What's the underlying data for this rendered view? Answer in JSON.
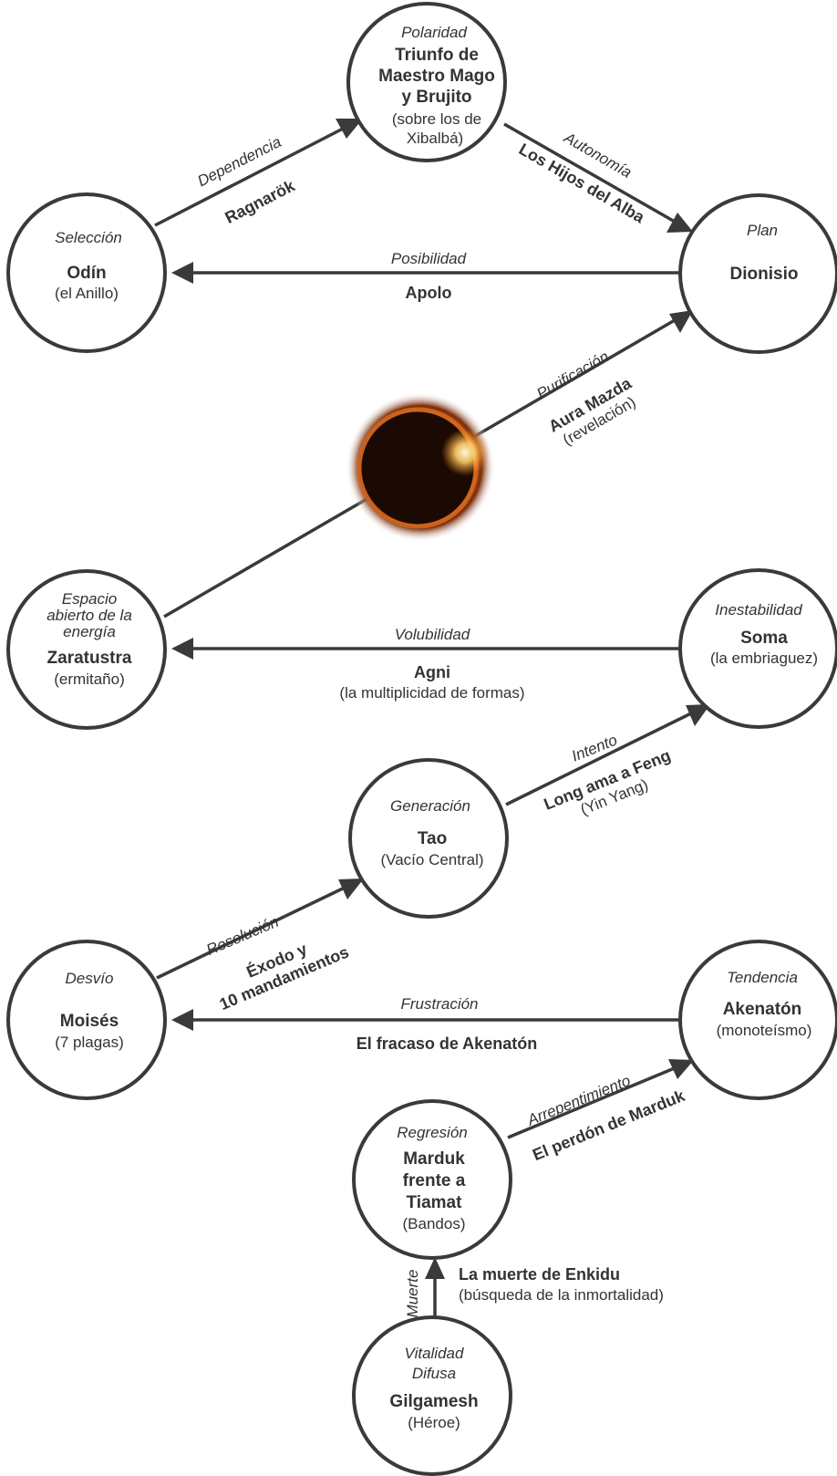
{
  "nodes": {
    "polaridad": {
      "category": "Polaridad",
      "lines": [
        "Triunfo de",
        "Maestro Mago",
        "y Brujito"
      ],
      "sub": [
        "(sobre los de",
        "Xibalbá)"
      ]
    },
    "odin": {
      "category": "Selección",
      "lines": [
        "Odín"
      ],
      "sub": [
        "(el Anillo)"
      ]
    },
    "dionisio": {
      "category": "Plan",
      "lines": [
        "Dionisio"
      ],
      "sub": []
    },
    "zaratustra": {
      "category": [
        "Espacio",
        "abierto de la",
        "energía"
      ],
      "lines": [
        "Zaratustra"
      ],
      "sub": [
        "(ermitaño)"
      ]
    },
    "soma": {
      "category": "Inestabilidad",
      "lines": [
        "Soma"
      ],
      "sub": [
        "(la embriaguez)"
      ]
    },
    "tao": {
      "category": "Generación",
      "lines": [
        "Tao"
      ],
      "sub": [
        "(Vacío Central)"
      ]
    },
    "moises": {
      "category": "Desvío",
      "lines": [
        "Moisés"
      ],
      "sub": [
        "(7 plagas)"
      ]
    },
    "akenaton": {
      "category": "Tendencia",
      "lines": [
        "Akenatón"
      ],
      "sub": [
        "(monoteísmo)"
      ]
    },
    "marduk": {
      "category": "Regresión",
      "lines": [
        "Marduk",
        "frente a",
        "Tiamat"
      ],
      "sub": [
        "(Bandos)"
      ]
    },
    "gilgamesh": {
      "category": [
        "Vitalidad",
        "Difusa"
      ],
      "lines": [
        "Gilgamesh"
      ],
      "sub": [
        "(Héroe)"
      ]
    }
  },
  "edges": {
    "odin_polaridad": {
      "italic": "Dependencia",
      "bold": "Ragnarök"
    },
    "polaridad_dionisio": {
      "italic": "Autonomía",
      "bold": "Los Hijos del Alba"
    },
    "dionisio_odin": {
      "italic": "Posibilidad",
      "bold": "Apolo"
    },
    "zaratustra_dionisio": {
      "italic": "Purificación",
      "bold": "Aura Mazda",
      "sub": "(revelación)"
    },
    "soma_zaratustra": {
      "italic": "Volubilidad",
      "bold": "Agni",
      "sub": "(la multiplicidad de formas)"
    },
    "tao_soma": {
      "italic": "Intento",
      "bold": "Long ama a Feng",
      "sub": "(Yin Yang)"
    },
    "moises_tao": {
      "italic": "Resolución",
      "bold": [
        "Éxodo y",
        "10 mandamientos"
      ]
    },
    "akenaton_moises": {
      "italic": "Frustración",
      "bold": "El fracaso de Akenatón"
    },
    "marduk_akenaton": {
      "italic": "Arrepentimiento",
      "bold": "El perdón de Marduk"
    },
    "gilgamesh_marduk": {
      "italic": "Muerte",
      "bold": "La muerte de Enkidu",
      "sub": "(búsqueda de la inmortalidad)"
    }
  },
  "image": {
    "description_icon": "eclipse-icon"
  },
  "colors": {
    "stroke": "#3a3a3a",
    "text": "#333333"
  }
}
